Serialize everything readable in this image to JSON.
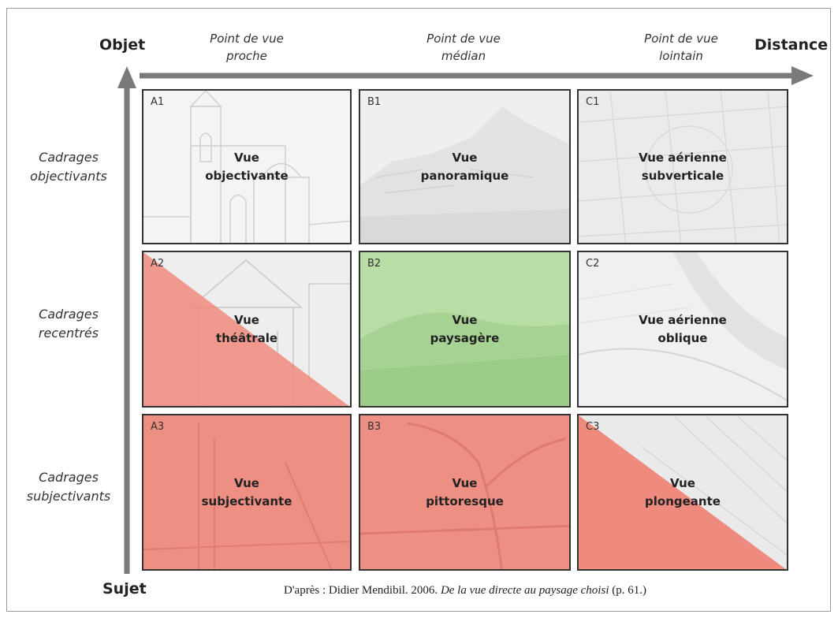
{
  "axes": {
    "top_left": "Objet",
    "top_right": "Distance",
    "bottom_left": "Sujet"
  },
  "columns": [
    {
      "line1": "Point de vue",
      "line2": "proche"
    },
    {
      "line1": "Point de vue",
      "line2": "médian"
    },
    {
      "line1": "Point de vue",
      "line2": "lointain"
    }
  ],
  "rows": [
    {
      "line1": "Cadrages",
      "line2": "objectivants"
    },
    {
      "line1": "Cadrages",
      "line2": "recentrés"
    },
    {
      "line1": "Cadrages",
      "line2": "subjectivants"
    }
  ],
  "cells": {
    "A1": {
      "id": "A1",
      "line1": "Vue",
      "line2": "objectivante"
    },
    "B1": {
      "id": "B1",
      "line1": "Vue",
      "line2": "panoramique"
    },
    "C1": {
      "id": "C1",
      "line1": "Vue aérienne",
      "line2": "subverticale"
    },
    "A2": {
      "id": "A2",
      "line1": "Vue",
      "line2": "théâtrale"
    },
    "B2": {
      "id": "B2",
      "line1": "Vue",
      "line2": "paysagère"
    },
    "C2": {
      "id": "C2",
      "line1": "Vue aérienne",
      "line2": "oblique"
    },
    "A3": {
      "id": "A3",
      "line1": "Vue",
      "line2": "subjectivante"
    },
    "B3": {
      "id": "B3",
      "line1": "Vue",
      "line2": "pittoresque"
    },
    "C3": {
      "id": "C3",
      "line1": "Vue",
      "line2": "plongeante"
    }
  },
  "caption": {
    "prefix": "D'après : Didier Mendibil. 2006. ",
    "title": "De la vue directe au paysage choisi",
    "suffix": " (p. 61.)"
  },
  "colors": {
    "arrow": "#7a7a7a",
    "red_overlay": "#ee8a7e",
    "green_overlay": "#b4dca2",
    "photo_tint": "#e8e8e8"
  }
}
